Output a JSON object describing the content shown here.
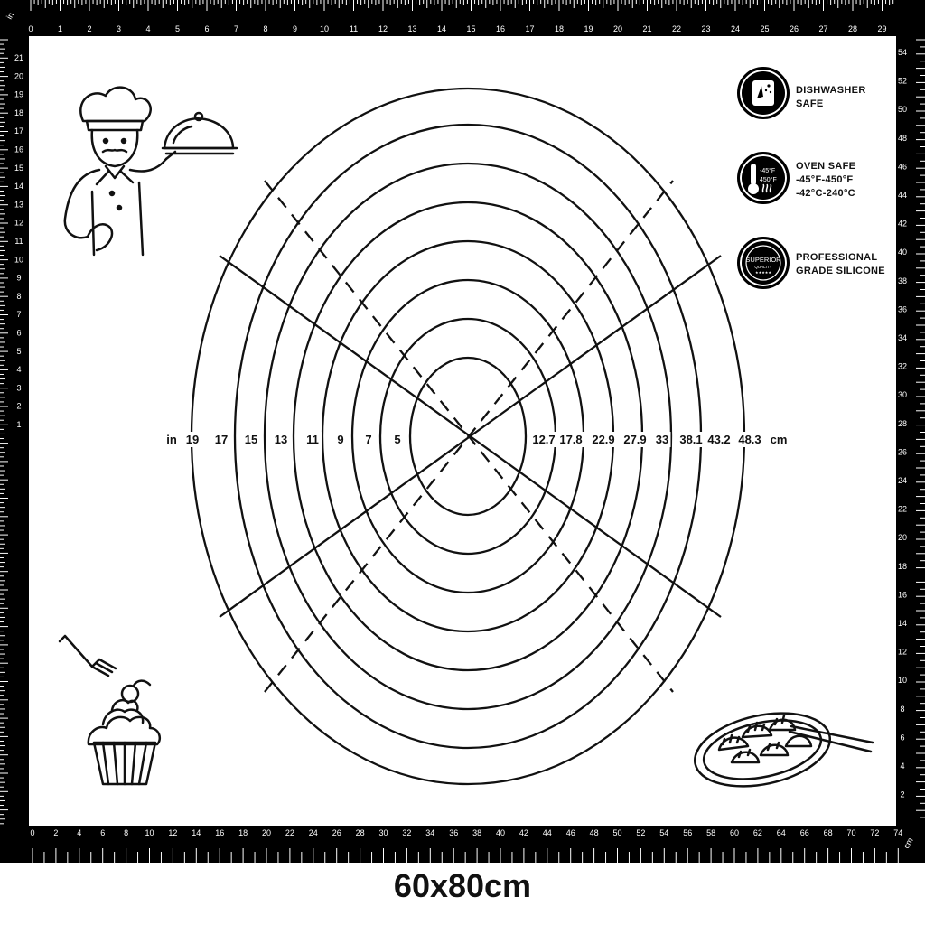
{
  "ruler": {
    "top_inch_labels": [
      "0",
      "1",
      "2",
      "3",
      "4",
      "5",
      "6",
      "7",
      "8",
      "9",
      "10",
      "11",
      "12",
      "13",
      "14",
      "15",
      "16",
      "17",
      "18",
      "19",
      "20",
      "21",
      "22",
      "23",
      "24",
      "25",
      "26",
      "27",
      "28",
      "29"
    ],
    "left_inch_labels": [
      "21",
      "20",
      "19",
      "18",
      "17",
      "16",
      "15",
      "14",
      "13",
      "12",
      "11",
      "10",
      "9",
      "8",
      "7",
      "6",
      "5",
      "4",
      "3",
      "2",
      "1"
    ],
    "bottom_cm_labels": [
      "0",
      "2",
      "4",
      "6",
      "8",
      "10",
      "12",
      "14",
      "16",
      "18",
      "20",
      "22",
      "24",
      "26",
      "28",
      "30",
      "32",
      "34",
      "36",
      "38",
      "40",
      "42",
      "44",
      "46",
      "48",
      "50",
      "52",
      "54",
      "56",
      "58",
      "60",
      "62",
      "64",
      "66",
      "68",
      "70",
      "72",
      "74"
    ],
    "right_cm_labels": [
      "54",
      "52",
      "50",
      "48",
      "46",
      "44",
      "42",
      "40",
      "38",
      "36",
      "34",
      "32",
      "30",
      "28",
      "26",
      "24",
      "22",
      "20",
      "18",
      "16",
      "14",
      "12",
      "10",
      "8",
      "6",
      "4",
      "2"
    ],
    "corner_unit_in": "in",
    "corner_unit_cm": "cm"
  },
  "guide": {
    "inch_unit": "in",
    "inch_labels": [
      "19",
      "17",
      "15",
      "13",
      "11",
      "9",
      "7",
      "5"
    ],
    "cm_labels": [
      "12.7",
      "17.8",
      "22.9",
      "27.9",
      "33",
      "38.1",
      "43.2",
      "48.3"
    ],
    "cm_unit": "cm"
  },
  "badges": {
    "dishwasher": {
      "icon": "dishwasher-icon",
      "line1": "DISHWASHER",
      "line2": "SAFE"
    },
    "oven": {
      "icon": "thermometer-icon",
      "icon_text1": "-45°F",
      "icon_text2": "450°F",
      "line1": "OVEN SAFE",
      "line2": "-45°F-450°F",
      "line3": "-42°C-240°C"
    },
    "silicone": {
      "icon": "superior-quality-seal-icon",
      "seal_text1": "SUPERIOR",
      "seal_text2": "QUALITY",
      "seal_stars": "★★★★★",
      "line1": "PROFESSIONAL",
      "line2": "GRADE SILICONE"
    }
  },
  "illustrations": {
    "chef": "chef-with-cloche-icon",
    "cupcake": "cupcake-with-fork-icon",
    "dumplings": "dumpling-plate-with-chopsticks-icon"
  },
  "caption": "60x80cm"
}
